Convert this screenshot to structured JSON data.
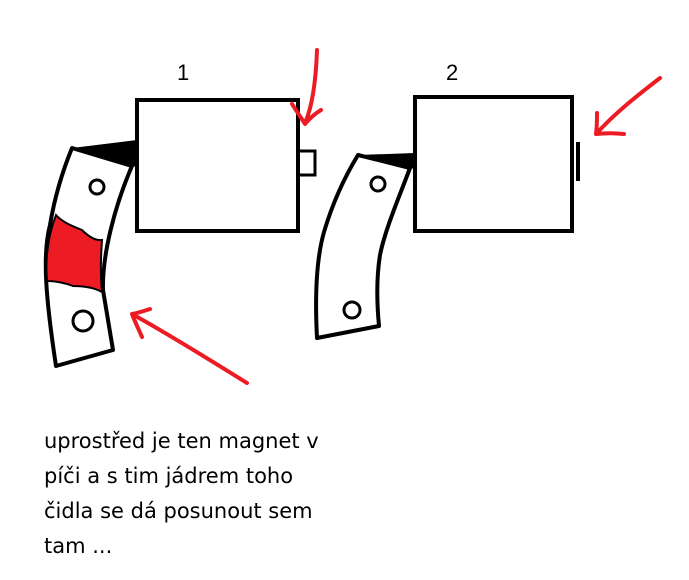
{
  "labels": {
    "sensor_1": "1",
    "sensor_2": "2"
  },
  "caption": {
    "lines": [
      "uprostřed je ten magnet v",
      "píči a s tim jádrem toho",
      "čidla se dá posunout sem",
      "tam ..."
    ]
  },
  "colors": {
    "outline": "#000000",
    "arrow": "#ed1c24",
    "magnet_fill": "#ed1c24",
    "background": "#ffffff"
  }
}
